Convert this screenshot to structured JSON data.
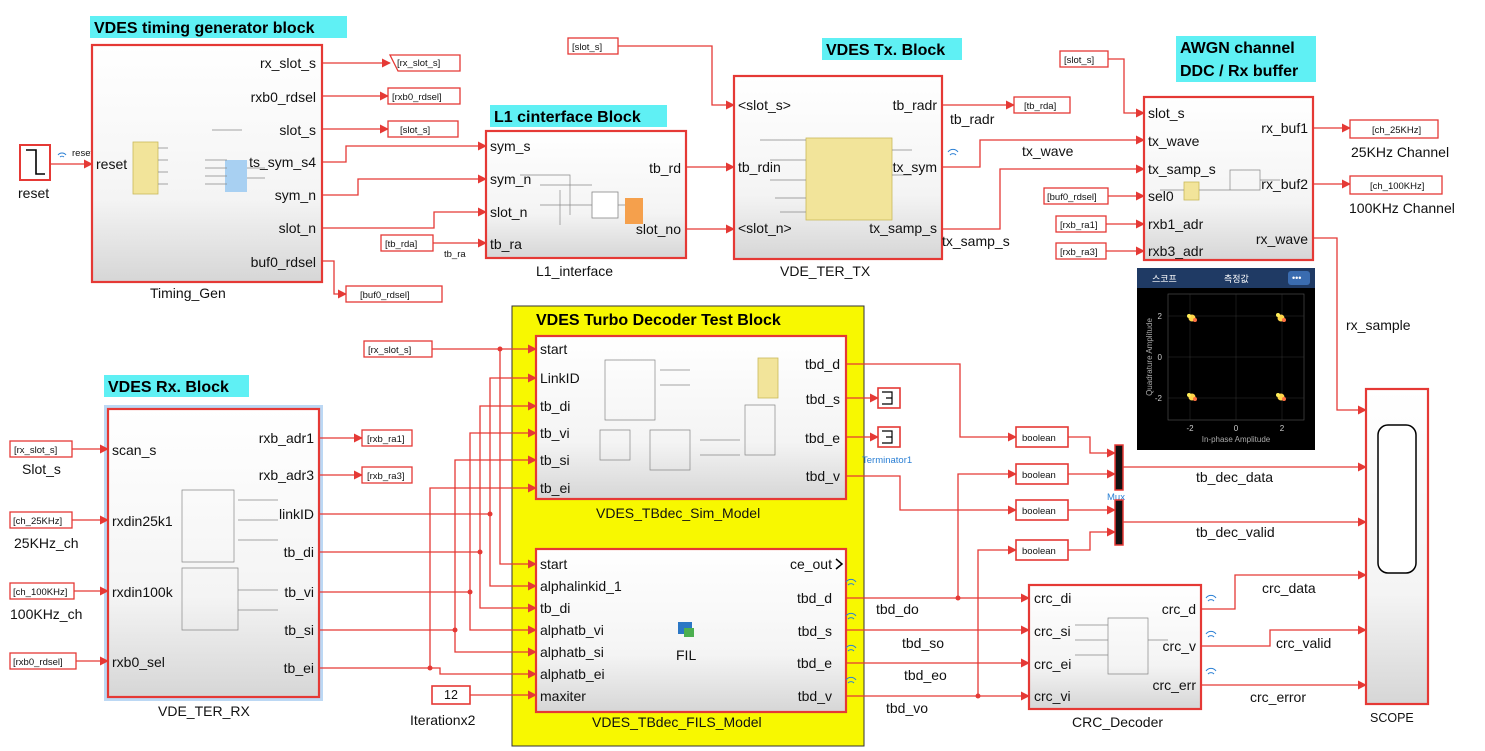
{
  "headers": {
    "timing": "VDES timing generator block",
    "l1": "L1 cinterface Block",
    "tx": "VDES Tx. Block",
    "awgn_line1": "AWGN channel",
    "awgn_line2": "DDC /  Rx buffer",
    "rx": "VDES Rx. Block",
    "turbo": "VDES Turbo Decoder Test Block"
  },
  "source": {
    "label": "reset",
    "port_tag": "reset"
  },
  "timing_gen": {
    "name": "Timing_Gen",
    "in_ports": [
      "reset"
    ],
    "out_ports": [
      "rx_slot_s",
      "rxb0_rdsel",
      "slot_s",
      "ts_sym_s4",
      "sym_n",
      "slot_n",
      "buf0_rdsel"
    ]
  },
  "l1_interface": {
    "name": "L1_interface",
    "in_ports": [
      "sym_s",
      "sym_n",
      "slot_n",
      "tb_ra"
    ],
    "out_ports": [
      "tb_rd",
      "slot_no"
    ]
  },
  "vde_ter_tx": {
    "name": "VDE_TER_TX",
    "in_ports": [
      "<slot_s>",
      "tb_rdin",
      "<slot_n>"
    ],
    "out_ports": [
      "tb_radr",
      "tx_sym",
      "tx_samp_s"
    ]
  },
  "awgn": {
    "in_ports": [
      "slot_s",
      "tx_wave",
      "tx_samp_s",
      "sel0",
      "rxb1_adr",
      "rxb3_adr"
    ],
    "out_ports": [
      "rx_buf1",
      "rx_buf2",
      "rx_wave"
    ]
  },
  "vde_ter_rx": {
    "name": "VDE_TER_RX",
    "in_ports": [
      "scan_s",
      "rxdin25k1",
      "rxdin100k",
      "rxb0_sel"
    ],
    "out_ports": [
      "rxb_adr1",
      "rxb_adr3",
      "linkID",
      "tb_di",
      "tb_vi",
      "tb_si",
      "tb_ei"
    ]
  },
  "tbdec_sim": {
    "name": "VDES_TBdec_Sim_Model",
    "in_ports": [
      "start",
      "LinkID",
      "tb_di",
      "tb_vi",
      "tb_si",
      "tb_ei"
    ],
    "out_ports": [
      "tbd_d",
      "tbd_s",
      "tbd_e",
      "tbd_v"
    ]
  },
  "tbdec_fils": {
    "name": "VDES_TBdec_FILS_Model",
    "in_ports": [
      "start",
      "alphalinkid_1",
      "tb_di",
      "alphatb_vi",
      "alphatb_si",
      "alphatb_ei",
      "maxiter"
    ],
    "out_ports": [
      "ce_out",
      "tbd_d",
      "tbd_s",
      "tbd_e",
      "tbd_v"
    ],
    "center": "FIL"
  },
  "crc_decoder": {
    "name": "CRC_Decoder",
    "in_ports": [
      "crc_di",
      "crc_si",
      "crc_ei",
      "crc_vi"
    ],
    "out_ports": [
      "crc_d",
      "crc_v",
      "crc_err"
    ]
  },
  "scope_name": "SCOPE",
  "goto_tags": {
    "rx_slot_s": "[rx_slot_s]",
    "rxb0_rdsel": "[rxb0_rdsel]",
    "slot_s": "[slot_s]",
    "buf0_rdsel": "[buf0_rdsel]",
    "tb_rda": "[tb_rda]",
    "ch_25k": "[ch_25KHz]",
    "ch_100k": "[ch_100KHz]",
    "rxb_ra1": "[rxb_ra1]",
    "rxb_ra3": "[rxb_ra3]"
  },
  "from_tags": {
    "slot_s_tx": "[slot_s]",
    "slot_s_awgn": "[slot_s]",
    "tb_rda": "[tb_rda]",
    "buf0_rdsel": "[buf0_rdsel]",
    "rxb_ra1": "[rxb_ra1]",
    "rxb_ra3": "[rxb_ra3]",
    "rx_slot_s_rx": "[rx_slot_s]",
    "ch_25k": "[ch_25KHz]",
    "ch_100k": "[ch_100KHz]",
    "rxb0_rdsel": "[rxb0_rdsel]",
    "rx_slot_s_tb": "[rx_slot_s]"
  },
  "signal_labels": {
    "tb_ra_small": "tb_ra",
    "tb_radr": "tb_radr",
    "tx_wave": "tx_wave",
    "tx_samp_s": "tx_samp_s",
    "rx_sample": "rx_sample",
    "channel_25k": "25KHz Channel",
    "channel_100k": "100KHz Channel",
    "slot_s_in": "Slot_s",
    "ch25_in": "25KHz_ch",
    "ch100_in": "100KHz_ch",
    "tb_dec_data": "tb_dec_data",
    "tb_dec_valid": "tb_dec_valid",
    "crc_data": "crc_data",
    "crc_valid": "crc_valid",
    "crc_error": "crc_error",
    "tbd_do": "tbd_do",
    "tbd_so": "tbd_so",
    "tbd_eo": "tbd_eo",
    "tbd_vo": "tbd_vo"
  },
  "boolean_label": "boolean",
  "mux_label": "Mux",
  "terminator_label": "Terminator1",
  "constant": {
    "value": "12",
    "name": "Iterationx2"
  },
  "scope_plot": {
    "tab1": "스코프",
    "tab2": "측정값",
    "menu": "•••",
    "xlabel": "In-phase Amplitude",
    "ylabel": "Quadrature Amplitude",
    "xticks": [
      "-2",
      "0",
      "2"
    ],
    "yticks": [
      "2",
      "0",
      "-2"
    ]
  }
}
